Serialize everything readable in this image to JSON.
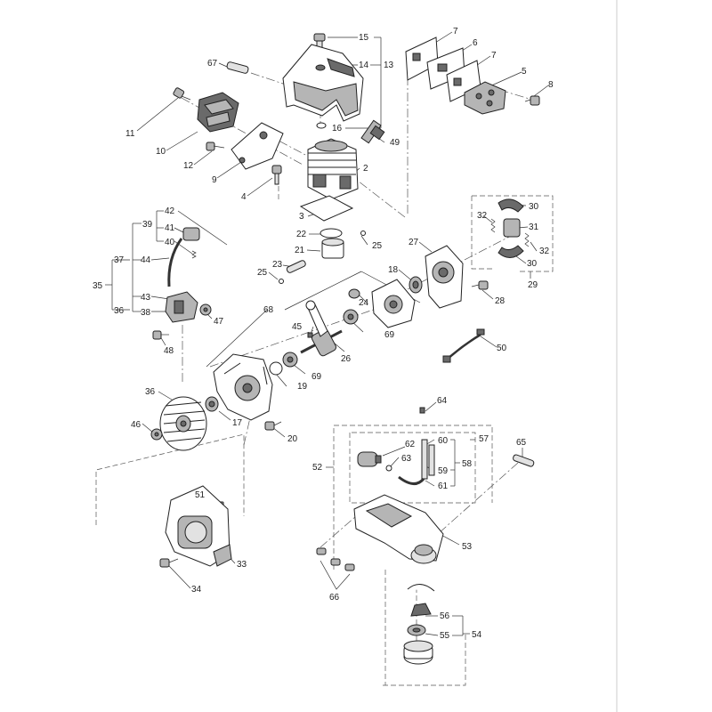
{
  "labels": {
    "p2": "2",
    "p3": "3",
    "p4": "4",
    "p5": "5",
    "p6": "6",
    "p7a": "7",
    "p7b": "7",
    "p8": "8",
    "p9": "9",
    "p10": "10",
    "p11": "11",
    "p12": "12",
    "p13": "13",
    "p14": "14",
    "p15": "15",
    "p16": "16",
    "p17": "17",
    "p18": "18",
    "p19": "19",
    "p20": "20",
    "p21": "21",
    "p22": "22",
    "p23": "23",
    "p24": "24",
    "p25a": "25",
    "p25b": "25",
    "p26": "26",
    "p27": "27",
    "p28": "28",
    "p29": "29",
    "p30a": "30",
    "p30b": "30",
    "p31": "31",
    "p32a": "32",
    "p32b": "32",
    "p33": "33",
    "p34": "34",
    "p35": "35",
    "p36a": "36",
    "p36b": "36",
    "p37": "37",
    "p38": "38",
    "p39": "39",
    "p40": "40",
    "p41": "41",
    "p42": "42",
    "p43": "43",
    "p44": "44",
    "p45": "45",
    "p46": "46",
    "p47": "47",
    "p48": "48",
    "p49": "49",
    "p50": "50",
    "p51": "51",
    "p52": "52",
    "p53": "53",
    "p54": "54",
    "p55": "55",
    "p56": "56",
    "p57": "57",
    "p58": "58",
    "p59": "59",
    "p60": "60",
    "p61": "61",
    "p62": "62",
    "p63": "63",
    "p64": "64",
    "p65": "65",
    "p66": "66",
    "p67": "67",
    "p68": "68",
    "p69a": "69",
    "p69b": "69"
  },
  "colors": {
    "line": "#333333",
    "part_dark": "#6a6a6a",
    "part_mid": "#b5b5b5",
    "part_light": "#e2e2e2"
  }
}
